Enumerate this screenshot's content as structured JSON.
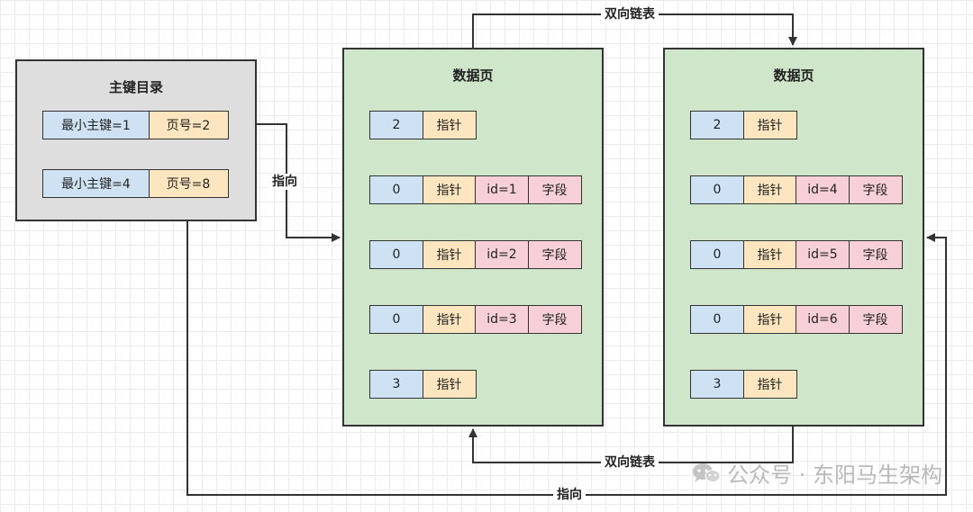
{
  "directory": {
    "title": "主键目录",
    "entries": [
      {
        "key": "最小主键=1",
        "page": "页号=2"
      },
      {
        "key": "最小主键=4",
        "page": "页号=8"
      }
    ]
  },
  "pages": [
    {
      "title": "数据页",
      "rows": [
        {
          "num": "2",
          "ptr": "指针"
        },
        {
          "num": "0",
          "ptr": "指针",
          "id": "id=1",
          "field": "字段"
        },
        {
          "num": "0",
          "ptr": "指针",
          "id": "id=2",
          "field": "字段"
        },
        {
          "num": "0",
          "ptr": "指针",
          "id": "id=3",
          "field": "字段"
        },
        {
          "num": "3",
          "ptr": "指针"
        }
      ]
    },
    {
      "title": "数据页",
      "rows": [
        {
          "num": "2",
          "ptr": "指针"
        },
        {
          "num": "0",
          "ptr": "指针",
          "id": "id=4",
          "field": "字段"
        },
        {
          "num": "0",
          "ptr": "指针",
          "id": "id=5",
          "field": "字段"
        },
        {
          "num": "0",
          "ptr": "指针",
          "id": "id=6",
          "field": "字段"
        },
        {
          "num": "3",
          "ptr": "指针"
        }
      ]
    }
  ],
  "labels": {
    "top_link": "双向链表",
    "bottom_link": "双向链表",
    "point_to_1": "指向",
    "point_to_2": "指向"
  },
  "watermark": {
    "text": "公众号 · 东阳马生架构",
    "icon": "wechat-icon"
  }
}
